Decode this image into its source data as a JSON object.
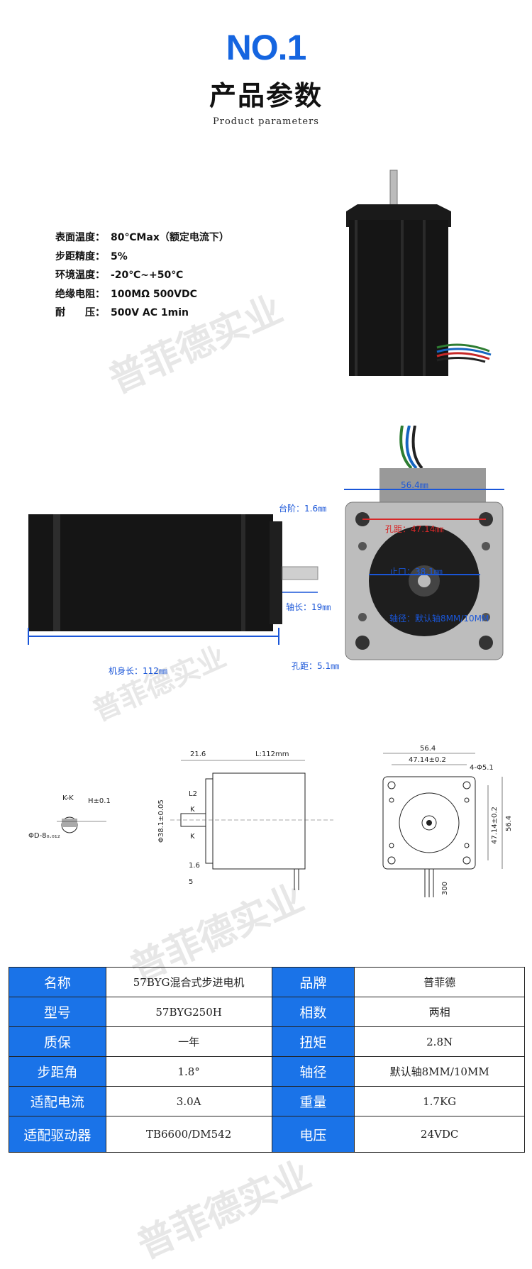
{
  "header": {
    "no": "NO.1",
    "title_cn": "产品参数",
    "title_en": "Product parameters"
  },
  "specs": [
    {
      "label": "表面温度：",
      "value": "80℃Max（额定电流下）"
    },
    {
      "label": "步距精度：",
      "value": "5%"
    },
    {
      "label": "环境温度：",
      "value": "-20℃~+50℃"
    },
    {
      "label": "绝缘电阻：",
      "value": "100MΩ 500VDC"
    },
    {
      "label": "耐　　压：",
      "value": "500V AC 1min"
    }
  ],
  "watermark": "普菲德实业",
  "dimension_photo": {
    "step": "台阶：1.6㎜",
    "width": "56.4㎜",
    "hole_dist_diag": "孔距：47.14㎜",
    "boss": "止口：38.1㎜",
    "shaft_len": "轴长：19㎜",
    "shaft_dia": "轴径：默认轴8MM/10MM",
    "body_len": "机身长：112㎜",
    "hole_dia": "孔距：5.1㎜"
  },
  "drawing": {
    "kk": "K-K",
    "h": "H±0.1",
    "phi_d": "ΦD-8₀.₀₁₂",
    "d216": "21.6",
    "len": "L:112mm",
    "l2": "L2",
    "k": "K",
    "dia381": "Φ38.1±0.05",
    "d16": "1.6",
    "d5": "5",
    "w564": "56.4",
    "w4714": "47.14±0.2",
    "holes": "4-Φ5.1",
    "h4714": "47.14±0.2",
    "h564": "56.4",
    "lead": "300"
  },
  "table": [
    [
      "名称",
      "57BYG混合式步进电机",
      "品牌",
      "普菲德"
    ],
    [
      "型号",
      "57BYG250H",
      "相数",
      "两相"
    ],
    [
      "质保",
      "一年",
      "扭矩",
      "2.8N"
    ],
    [
      "步距角",
      "1.8°",
      "轴径",
      "默认轴8MM/10MM"
    ],
    [
      "适配电流",
      "3.0A",
      "重量",
      "1.7KG"
    ],
    [
      "适配驱动器",
      "TB6600/DM542",
      "电压",
      "24VDC"
    ]
  ],
  "colors": {
    "accent": "#1565e0",
    "header_cell": "#1a73e8",
    "label_blue": "#1a56d8",
    "label_red": "#d62828"
  }
}
